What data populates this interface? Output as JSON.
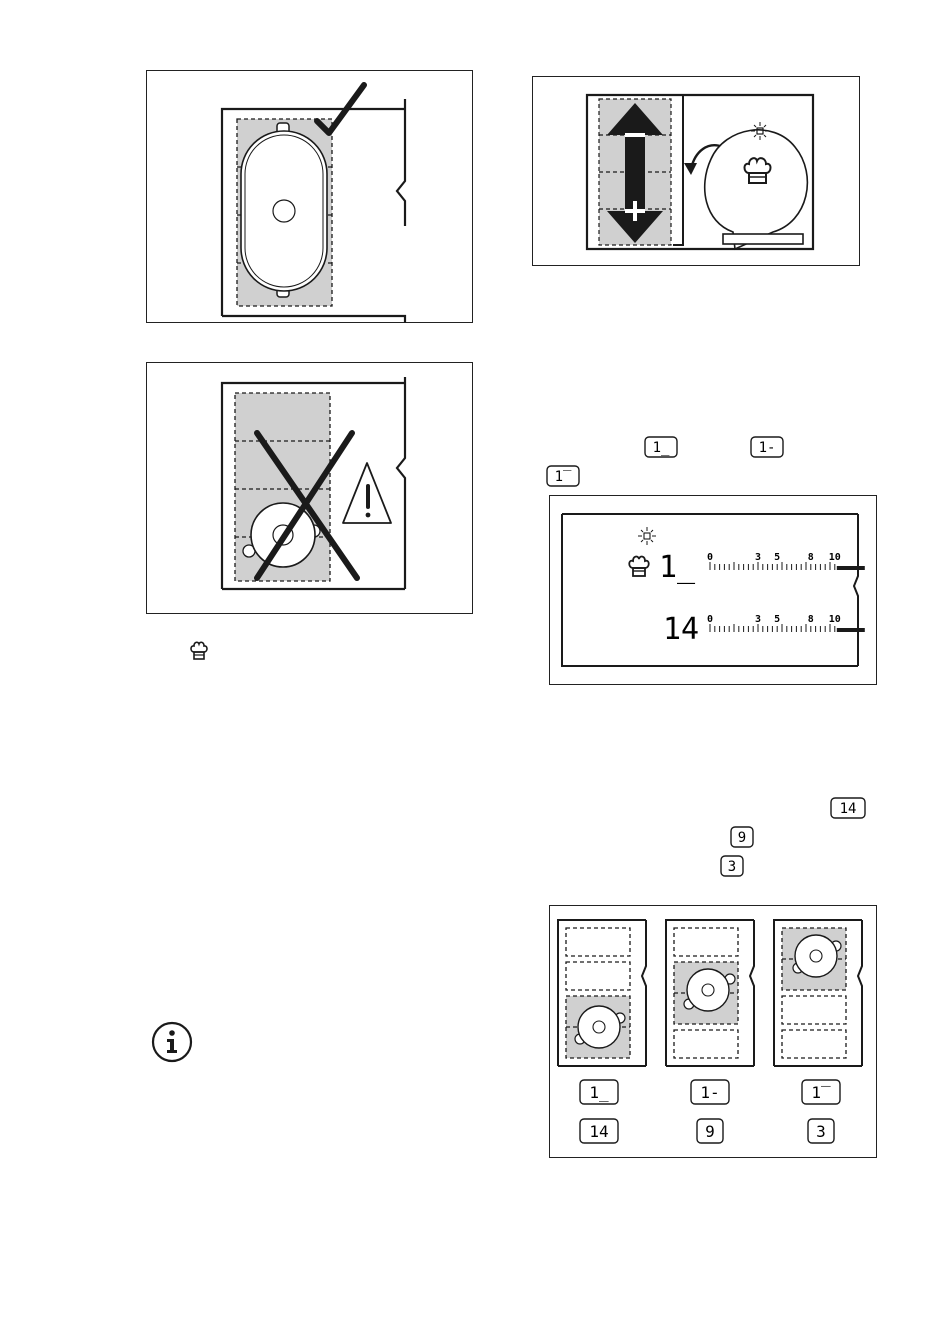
{
  "inline_codes": {
    "zone_low": "1_",
    "zone_mid": "1-",
    "zone_high": "1‾",
    "level_14": "14",
    "level_9": "9",
    "level_3": "3"
  },
  "display_panel": {
    "top_code": "1_",
    "bottom_code": "14",
    "scale_labels": [
      "0",
      "3",
      "5",
      "8",
      "10"
    ]
  },
  "zone_panel": {
    "columns": [
      {
        "zone_code": "1_",
        "level_code": "14"
      },
      {
        "zone_code": "1-",
        "level_code": "9"
      },
      {
        "zone_code": "1‾",
        "level_code": "3"
      }
    ]
  },
  "icons": [
    "chef-hat-icon",
    "info-icon",
    "warning-icon",
    "checkmark-icon",
    "cross-icon",
    "sun-icon",
    "minus-icon",
    "plus-icon"
  ],
  "colors": {
    "zone_fill": "#d0d0d0",
    "line": "#1a1a1a"
  }
}
